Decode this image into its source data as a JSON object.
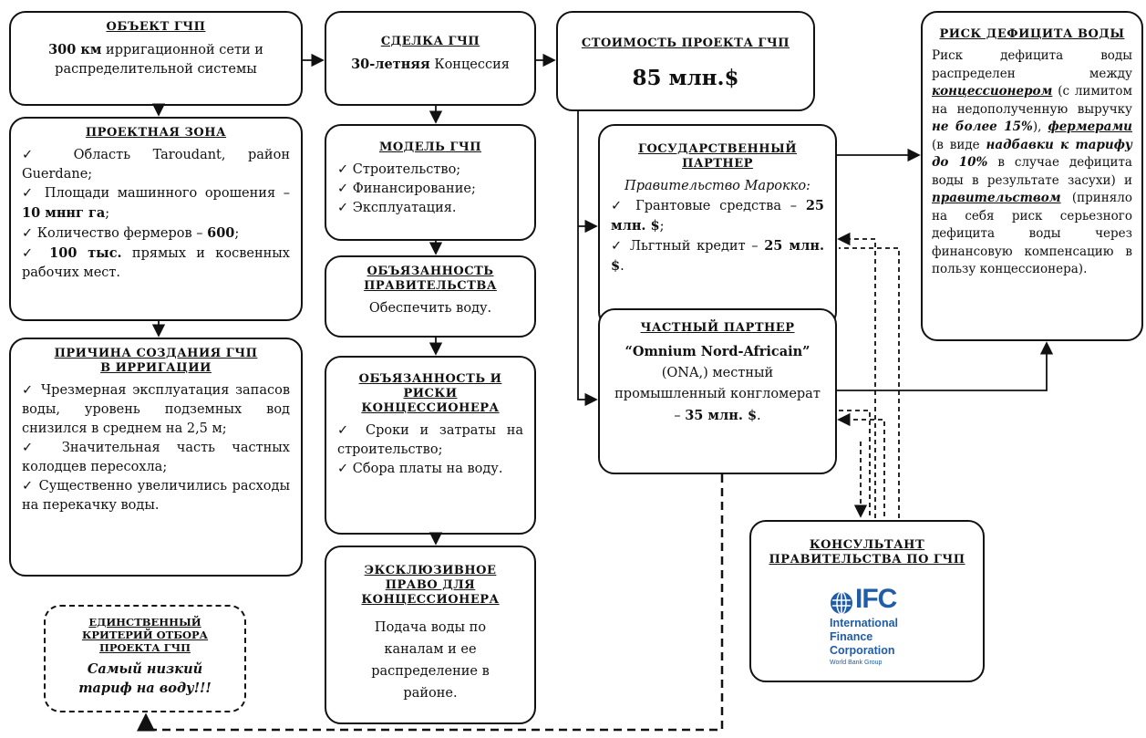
{
  "object": {
    "title": "ОБЪЕКТ ГЧП",
    "km": "300 км",
    "text": " ирригационной сети и распределительной системы"
  },
  "project_zone": {
    "title": "ПРОЕКТНАЯ ЗОНА",
    "i1": "Область Taroudant, район Guerdane;",
    "i2a": "Площади машинного орошения – ",
    "i2b": "10 мннг га",
    "i2c": ";",
    "i3a": "Количество фермеров – ",
    "i3b": "600",
    "i3c": ";",
    "i4a": "100 тыс.",
    "i4b": " прямых и косвенных рабочих мест."
  },
  "reason": {
    "title": "ПРИЧИНА СОЗДАНИЯ ГЧП В ИРРИГАЦИИ",
    "i1": "Чрезмерная эксплуатация запасов воды, уровень подземных вод снизился в среднем на 2,5 м;",
    "i2": "Значительная часть частных колодцев пересохла;",
    "i3": "Существенно увеличились расходы на перекачку воды."
  },
  "criterion": {
    "title": "ЕДИНСТВЕННЫЙ КРИТЕРИЙ ОТБОРА ПРОЕКТА ГЧП",
    "text": "Самый низкий тариф на воду!!!"
  },
  "deal": {
    "title": "СДЕЛКА ГЧП",
    "a": "30-летняя",
    "b": " Концессия"
  },
  "model": {
    "title": "МОДЕЛЬ ГЧП",
    "i1": "Строительство;",
    "i2": "Финансирование;",
    "i3": "Эксплуатация."
  },
  "gov_duty": {
    "title": "ОБЪЯЗАННОСТЬ ПРАВИТЕЛЬСТВА",
    "text": "Обеспечить воду."
  },
  "conc_duty": {
    "title": "ОБЪЯЗАННОСТЬ И РИСКИ КОНЦЕССИОНЕРА",
    "i1": "Сроки и затраты на строительство;",
    "i2": "Сбора платы на воду."
  },
  "exclusive": {
    "title": "ЭКСКЛЮЗИВНОЕ ПРАВО ДЛЯ КОНЦЕССИОНЕРА",
    "text": "Подача воды по каналам и ее распределение в районе."
  },
  "cost": {
    "title": "СТОИМОСТЬ ПРОЕКТА ГЧП",
    "value": "85 млн.$"
  },
  "state": {
    "title": "ГОСУДАРСТВЕННЫЙ ПАРТНЕР",
    "sub": "Правительство Марокко:",
    "i1a": "Грантовые средства – ",
    "i1b": "25 млн. $",
    "i1c": ";",
    "i2a": "Льгтный кредит – ",
    "i2b": "25 млн. $",
    "i2c": "."
  },
  "private": {
    "title": "ЧАСТНЫЙ ПАРТНЕР",
    "a": "“Omnium Nord-Africain”",
    "b": " (ONA,) местный промышленный конгломерат – ",
    "c": "35 млн. $",
    "d": "."
  },
  "consultant": {
    "title": "КОНСУЛЬТАНТ ПРАВИТЕЛЬСТВА ПО ГЧП",
    "logo_line1": "International",
    "logo_line2": "Finance",
    "logo_line3": "Corporation",
    "logo_line4": "World Bank Group",
    "logo_mark": "IFC"
  },
  "risk": {
    "title": "РИСК ДЕФИЦИТА ВОДЫ",
    "t1": "Риск дефицита воды распределен между ",
    "t2": "концессионером",
    "t3": " (с лимитом на недополученную выручку ",
    "t4": "не более 15%",
    "t5": "), ",
    "t6": "фермерами",
    "t7": " (в виде ",
    "t8": "надбавки к тарифу до 10%",
    "t9": " в случае дефицита воды в результате засухи) и ",
    "t10": "правительством",
    "t11": " (приняло на себя риск серьезного дефицита воды через финансовую компенсацию в пользу концессионера)."
  }
}
